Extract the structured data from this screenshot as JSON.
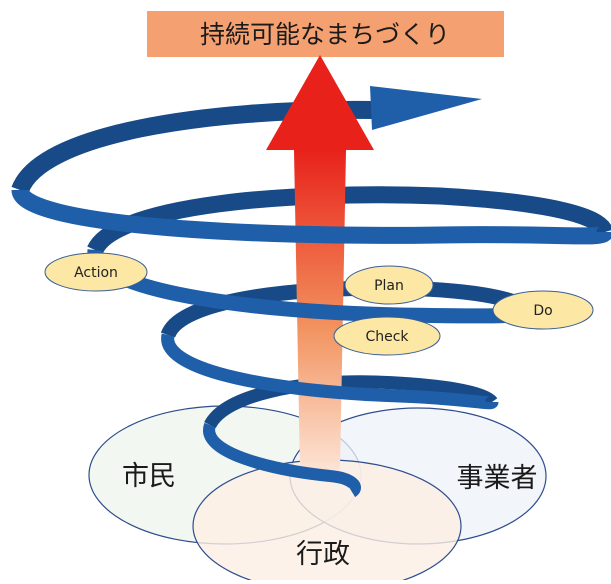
{
  "title": "持続可能なまちづくり",
  "stakeholders": {
    "citizens": "市民",
    "businesses": "事業者",
    "government": "行政"
  },
  "pdca": {
    "plan": "Plan",
    "do": "Do",
    "check": "Check",
    "action": "Action"
  },
  "colors": {
    "title_banner": "#F4A070",
    "spiral": "#1F5EA8",
    "spiral_dark": "#174A86",
    "arrow_top": "#E8221B",
    "arrow_bottom": "#FBD3BF",
    "label_fill": "#FCE7A4",
    "citizens_circle": "#EEF4EE",
    "businesses_circle": "#EEF2F8",
    "government_circle": "#FCEFE4"
  }
}
